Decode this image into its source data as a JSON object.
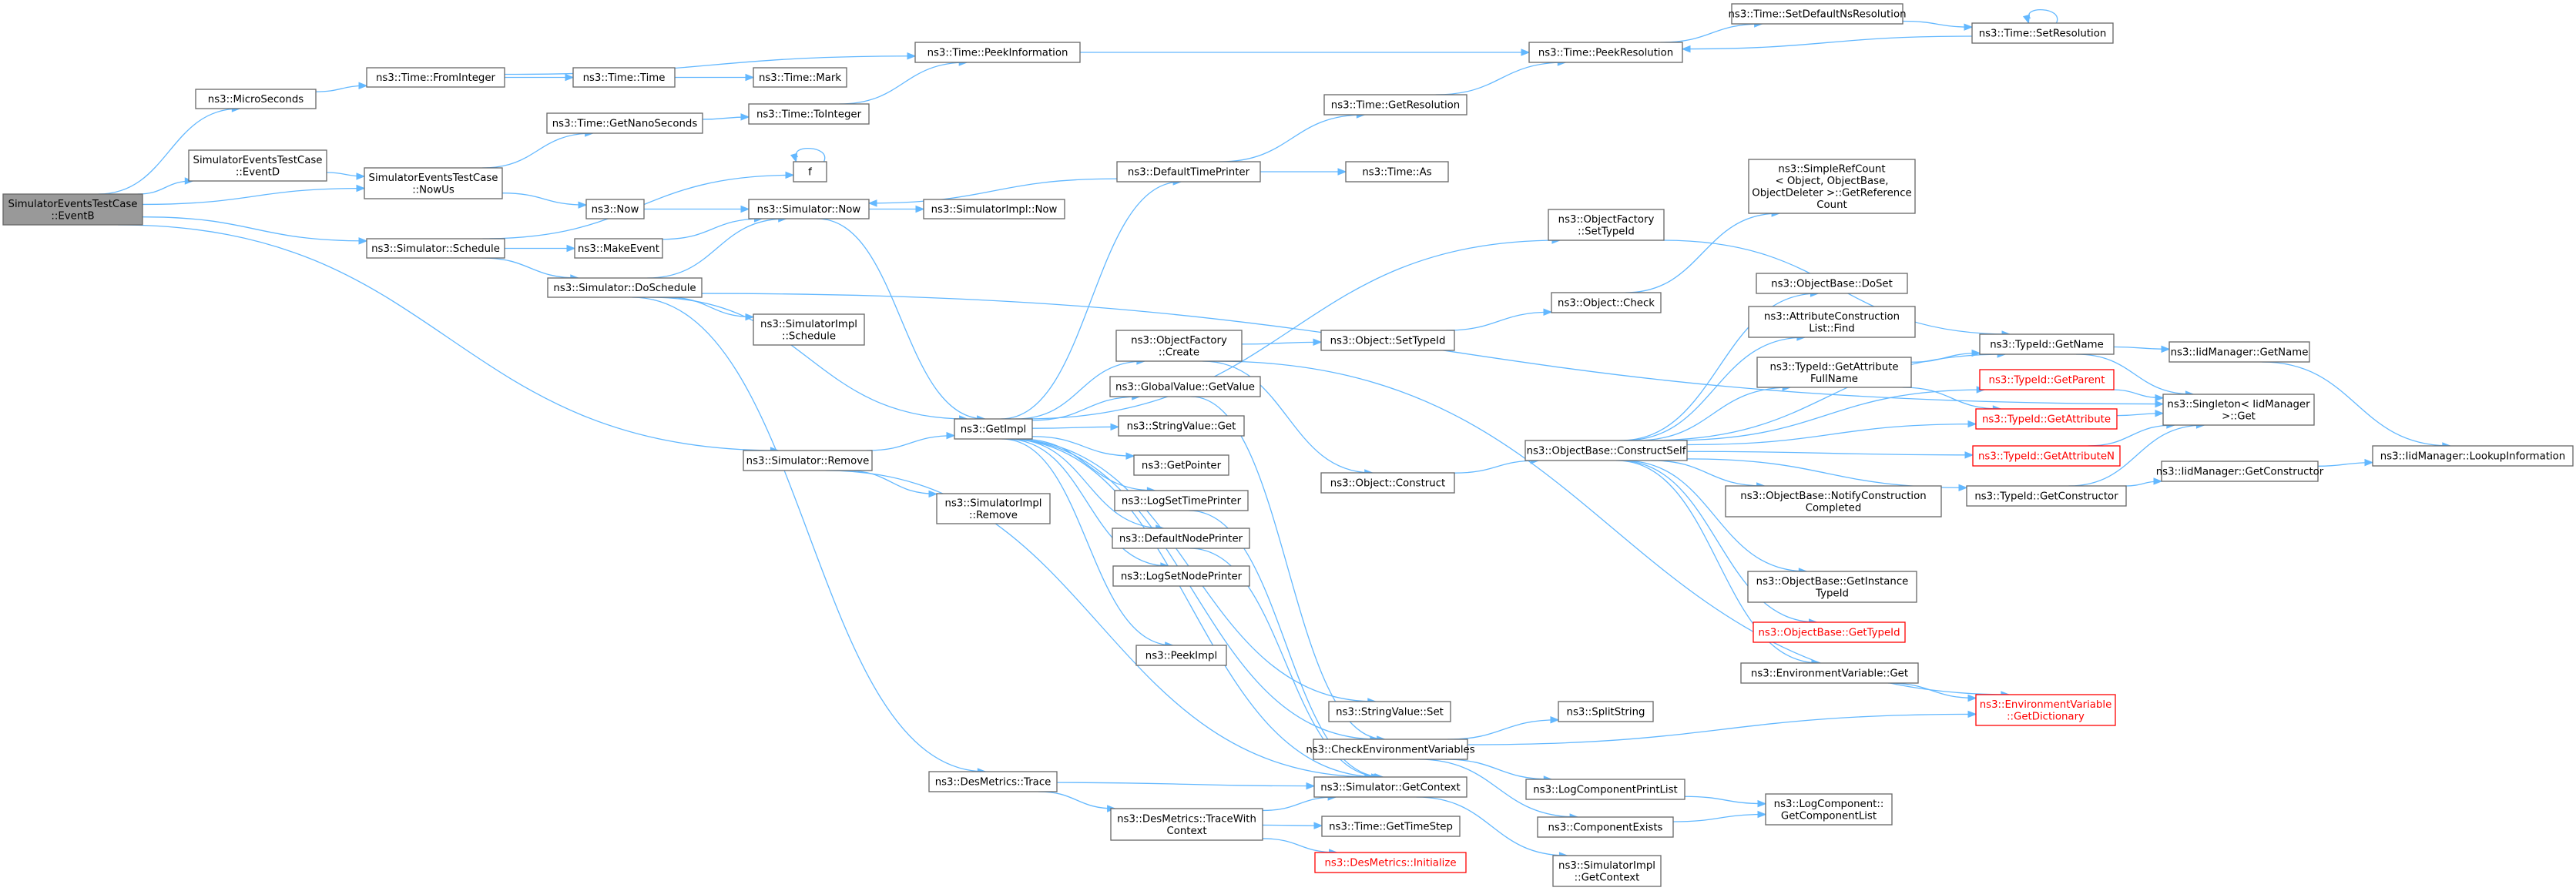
{
  "diagram": {
    "nodes": [
      {
        "id": "root",
        "lines": [
          "SimulatorEventsTestCase",
          "::EventB"
        ],
        "root": true
      },
      {
        "id": "microseconds",
        "lines": [
          "ns3::MicroSeconds"
        ]
      },
      {
        "id": "time_frominteger",
        "lines": [
          "ns3::Time::FromInteger"
        ]
      },
      {
        "id": "time_time",
        "lines": [
          "ns3::Time::Time"
        ]
      },
      {
        "id": "time_mark",
        "lines": [
          "ns3::Time::Mark"
        ]
      },
      {
        "id": "time_peekinformation",
        "lines": [
          "ns3::Time::PeekInformation"
        ]
      },
      {
        "id": "time_peekresolution",
        "lines": [
          "ns3::Time::PeekResolution"
        ]
      },
      {
        "id": "time_setdefaultnsresolution",
        "lines": [
          "ns3::Time::SetDefaultNsResolution"
        ]
      },
      {
        "id": "time_setresolution",
        "lines": [
          "ns3::Time::SetResolution"
        ]
      },
      {
        "id": "time_getnanoseconds",
        "lines": [
          "ns3::Time::GetNanoSeconds"
        ]
      },
      {
        "id": "time_tointeger",
        "lines": [
          "ns3::Time::ToInteger"
        ]
      },
      {
        "id": "time_getresolution",
        "lines": [
          "ns3::Time::GetResolution"
        ]
      },
      {
        "id": "eventd",
        "lines": [
          "SimulatorEventsTestCase",
          "::EventD"
        ]
      },
      {
        "id": "nowus",
        "lines": [
          "SimulatorEventsTestCase",
          "::NowUs"
        ]
      },
      {
        "id": "f",
        "lines": [
          "f"
        ]
      },
      {
        "id": "defaulttimeprinter",
        "lines": [
          "ns3::DefaultTimePrinter"
        ]
      },
      {
        "id": "time_as",
        "lines": [
          "ns3::Time::As"
        ]
      },
      {
        "id": "now",
        "lines": [
          "ns3::Now"
        ]
      },
      {
        "id": "simulator_now",
        "lines": [
          "ns3::Simulator::Now"
        ]
      },
      {
        "id": "simulatorimpl_now",
        "lines": [
          "ns3::SimulatorImpl::Now"
        ]
      },
      {
        "id": "simulator_schedule",
        "lines": [
          "ns3::Simulator::Schedule"
        ]
      },
      {
        "id": "makeevent",
        "lines": [
          "ns3::MakeEvent"
        ]
      },
      {
        "id": "simulator_doschedule",
        "lines": [
          "ns3::Simulator::DoSchedule"
        ]
      },
      {
        "id": "simulatorimpl_schedule",
        "lines": [
          "ns3::SimulatorImpl",
          "::Schedule"
        ]
      },
      {
        "id": "simplerefcount",
        "lines": [
          "ns3::SimpleRefCount",
          "< Object, ObjectBase,",
          "ObjectDeleter >::GetReference",
          "Count"
        ]
      },
      {
        "id": "objectfactory_settypeid",
        "lines": [
          "ns3::ObjectFactory",
          "::SetTypeId"
        ]
      },
      {
        "id": "object_check",
        "lines": [
          "ns3::Object::Check"
        ]
      },
      {
        "id": "objectbase_doset",
        "lines": [
          "ns3::ObjectBase::DoSet"
        ]
      },
      {
        "id": "attrconstructionlist_find",
        "lines": [
          "ns3::AttributeConstruction",
          "List::Find"
        ]
      },
      {
        "id": "typeid_getname",
        "lines": [
          "ns3::TypeId::GetName"
        ]
      },
      {
        "id": "iidmanager_getname",
        "lines": [
          "ns3::IidManager::GetName"
        ]
      },
      {
        "id": "iidmanager_lookupinformation",
        "lines": [
          "ns3::IidManager::LookupInformation"
        ]
      },
      {
        "id": "objectfactory_create",
        "lines": [
          "ns3::ObjectFactory",
          "::Create"
        ]
      },
      {
        "id": "object_settypeid",
        "lines": [
          "ns3::Object::SetTypeId"
        ]
      },
      {
        "id": "globalvalue_getvalue",
        "lines": [
          "ns3::GlobalValue::GetValue"
        ]
      },
      {
        "id": "typeid_getattributefullname",
        "lines": [
          "ns3::TypeId::GetAttribute",
          "FullName"
        ]
      },
      {
        "id": "typeid_getparent",
        "lines": [
          "ns3::TypeId::GetParent"
        ],
        "truncated": true
      },
      {
        "id": "singleton_get",
        "lines": [
          "ns3::Singleton< IidManager",
          ">::Get"
        ]
      },
      {
        "id": "getimpl",
        "lines": [
          "ns3::GetImpl"
        ]
      },
      {
        "id": "stringvalue_get",
        "lines": [
          "ns3::StringValue::Get"
        ]
      },
      {
        "id": "object_construct",
        "lines": [
          "ns3::Object::Construct"
        ]
      },
      {
        "id": "typeid_getattribute",
        "lines": [
          "ns3::TypeId::GetAttribute"
        ],
        "truncated": true
      },
      {
        "id": "simulator_remove",
        "lines": [
          "ns3::Simulator::Remove"
        ]
      },
      {
        "id": "getpointer",
        "lines": [
          "ns3::GetPointer"
        ]
      },
      {
        "id": "objectbase_constructself",
        "lines": [
          "ns3::ObjectBase::ConstructSelf"
        ]
      },
      {
        "id": "typeid_getattributen",
        "lines": [
          "ns3::TypeId::GetAttributeN"
        ],
        "truncated": true
      },
      {
        "id": "iidmanager_getconstructor",
        "lines": [
          "ns3::IidManager::GetConstructor"
        ]
      },
      {
        "id": "typeid_getconstructor",
        "lines": [
          "ns3::TypeId::GetConstructor"
        ]
      },
      {
        "id": "logsettimeprinter",
        "lines": [
          "ns3::LogSetTimePrinter"
        ]
      },
      {
        "id": "simulatorimpl_remove",
        "lines": [
          "ns3::SimulatorImpl",
          "::Remove"
        ]
      },
      {
        "id": "objectbase_notifyconstructioncompleted",
        "lines": [
          "ns3::ObjectBase::NotifyConstruction",
          "Completed"
        ]
      },
      {
        "id": "defaultnodeprinter",
        "lines": [
          "ns3::DefaultNodePrinter"
        ]
      },
      {
        "id": "logsetnodeprinter",
        "lines": [
          "ns3::LogSetNodePrinter"
        ]
      },
      {
        "id": "objectbase_getinstancetypeid",
        "lines": [
          "ns3::ObjectBase::GetInstance",
          "TypeId"
        ]
      },
      {
        "id": "objectbase_gettypeid",
        "lines": [
          "ns3::ObjectBase::GetTypeId"
        ],
        "truncated": true
      },
      {
        "id": "peekimpl",
        "lines": [
          "ns3::PeekImpl"
        ]
      },
      {
        "id": "environmentvariable_get",
        "lines": [
          "ns3::EnvironmentVariable::Get"
        ]
      },
      {
        "id": "environmentvariable_getdictionary",
        "lines": [
          "ns3::EnvironmentVariable",
          "::GetDictionary"
        ],
        "truncated": true
      },
      {
        "id": "stringvalue_set",
        "lines": [
          "ns3::StringValue::Set"
        ]
      },
      {
        "id": "splitstring",
        "lines": [
          "ns3::SplitString"
        ]
      },
      {
        "id": "checkenvironmentvariables",
        "lines": [
          "ns3::CheckEnvironmentVariables"
        ]
      },
      {
        "id": "desmetrics_trace",
        "lines": [
          "ns3::DesMetrics::Trace"
        ]
      },
      {
        "id": "simulator_getcontext",
        "lines": [
          "ns3::Simulator::GetContext"
        ]
      },
      {
        "id": "logcomponentprintlist",
        "lines": [
          "ns3::LogComponentPrintList"
        ]
      },
      {
        "id": "logcomponent_getcomponentlist",
        "lines": [
          "ns3::LogComponent::",
          "GetComponentList"
        ]
      },
      {
        "id": "componentexists",
        "lines": [
          "ns3::ComponentExists"
        ]
      },
      {
        "id": "desmetrics_tracewithcontext",
        "lines": [
          "ns3::DesMetrics::TraceWith",
          "Context"
        ]
      },
      {
        "id": "time_gettimestep",
        "lines": [
          "ns3::Time::GetTimeStep"
        ]
      },
      {
        "id": "desmetrics_initialize",
        "lines": [
          "ns3::DesMetrics::Initialize"
        ],
        "truncated": true
      },
      {
        "id": "simulatorimpl_getcontext",
        "lines": [
          "ns3::SimulatorImpl",
          "::GetContext"
        ]
      }
    ]
  }
}
